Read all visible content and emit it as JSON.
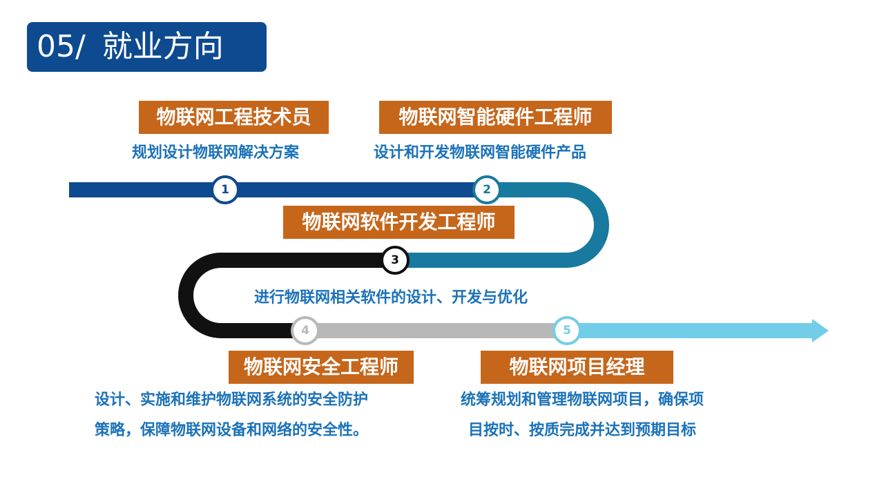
{
  "title": {
    "number": "05/",
    "text": "就业方向"
  },
  "colors": {
    "title_bg": "#0e4a8f",
    "badge_bg": "#c6661b",
    "desc_text": "#1b72b8",
    "seg1": "#0e4a8f",
    "seg2": "#177a9e",
    "seg3": "#111111",
    "seg4": "#b8b8b8",
    "seg5": "#72cde8"
  },
  "steps": [
    {
      "num": "1",
      "title": "物联网工程技术员",
      "desc": "规划设计物联网解决方案"
    },
    {
      "num": "2",
      "title": "物联网智能硬件工程师",
      "desc": "设计和开发物联网智能硬件产品"
    },
    {
      "num": "3",
      "title": "物联网软件开发工程师",
      "desc": "进行物联网相关软件的设计、开发与优化"
    },
    {
      "num": "4",
      "title": "物联网安全工程师",
      "desc_lines": [
        "设计、实施和维护物联网系统的安全防护",
        "策略，保障物联网设备和网络的安全性。"
      ]
    },
    {
      "num": "5",
      "title": "物联网项目经理",
      "desc_lines": [
        "统筹规划和管理物联网项目，确保项",
        "目按时、按质完成并达到预期目标"
      ]
    }
  ]
}
